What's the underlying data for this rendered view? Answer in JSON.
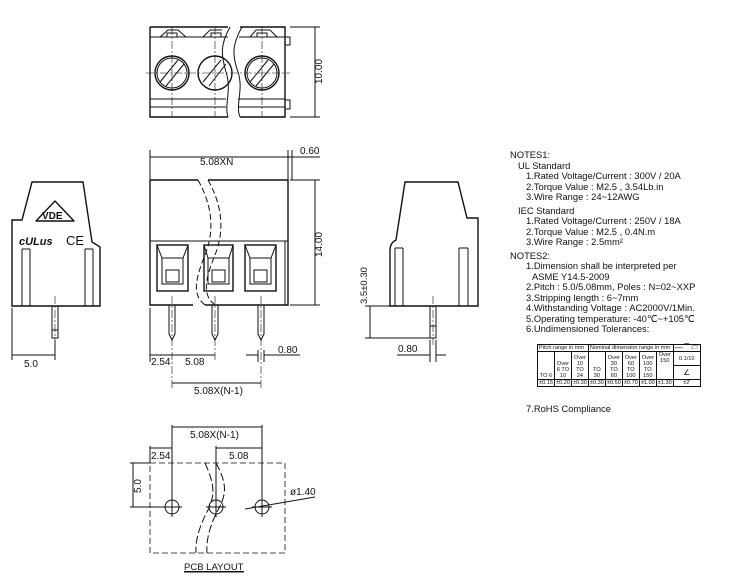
{
  "drawing": {
    "top_view": {
      "height_dim": "10.00"
    },
    "front_view": {
      "width_dim": "5.08XN",
      "offset_dim": "0.60",
      "height_dim": "14.00",
      "edge_dim": "2.54",
      "pitch_dim": "5.08",
      "pin_dim": "0.80",
      "span_dim": "5.08X(N-1)"
    },
    "left_view": {
      "logo_vde": "VDE",
      "logo_ul": "cULus",
      "logo_ce": "CE",
      "pin_offset_dim": "5.0"
    },
    "right_view": {
      "pin_length_dim": "3.5±0.30",
      "pin_dim": "0.80"
    },
    "pcb_layout": {
      "span_dim": "5.08X(N-1)",
      "edge_dim": "2.54",
      "pitch_dim": "5.08",
      "row_dim": "5.0",
      "hole_dim": "ø1.40",
      "title": "PCB LAYOUT"
    }
  },
  "notes1": {
    "title": "NOTES1:",
    "ul": {
      "heading": "UL Standard",
      "items": [
        "1.Rated Voltage/Current : 300V / 20A",
        "2.Torque Value : M2.5 , 3.54Lb.in",
        "3.Wire Range : 24~12AWG"
      ]
    },
    "iec": {
      "heading": "IEC Standard",
      "items": [
        "1.Rated Voltage/Current : 250V / 18A",
        "2.Torque Value : M2.5 , 0.4N.m",
        "3.Wire Range : 2.5mm²"
      ]
    }
  },
  "notes2": {
    "title": "NOTES2:",
    "items": [
      "1.Dimension shall be interpreted per",
      "ASME Y14.5-2009",
      "2.Pitch : 5.0/5.08mm, Poles : N=02~XXP",
      "3.Stripping length : 6~7mm",
      "4.Withstanding Voltage : AC2000V/1Min.",
      "5.Operating temperature: -40℃~+105℃",
      "6.Undimensioned Tolerances:"
    ],
    "table": {
      "pitch_header": "Pitch range in mm",
      "nominal_header": "Nominal dimension range in mm",
      "symbol_header": "—⌒▱",
      "ranges": [
        "TO 6",
        "Over 6 TO 10",
        "Over 10 TO 24",
        "TO 30",
        "Over 30 TO 60",
        "Over 60 TO 100",
        "Over 100 TO 150",
        "Over 150"
      ],
      "tolerances": [
        "±0.15",
        "±0.20",
        "±0.30",
        "±0.30",
        "±0.50",
        "±0.70",
        "±1.00",
        "±1.30"
      ],
      "flatness": "0.1/10",
      "angle_symbol": "∠",
      "angle_tol": "±2'"
    },
    "rohs": "7.RoHS Compliance"
  }
}
